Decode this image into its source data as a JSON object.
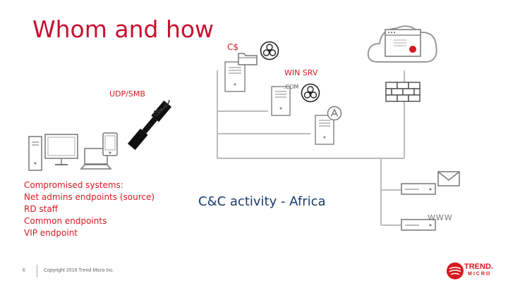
{
  "title": "Whom and how",
  "labels": {
    "share": "C$",
    "win_srv": "WIN SRV",
    "udp_smb": "UDP/SMB",
    "com": ".COM"
  },
  "compromised": {
    "heading": "Compromised systems:",
    "items": [
      "Net admins endpoints (source)",
      "RD staff",
      "Common endpoints",
      "VIP endpoint"
    ]
  },
  "cc_activity": "C&C activity - Africa",
  "www": "WWW",
  "footer": {
    "page": "6",
    "copyright": "Copyright 2016 Trend Micro Inc."
  },
  "brand": {
    "name": "TREND.",
    "sub": "MICRO"
  },
  "colors": {
    "title": "#c8102e",
    "accent": "#d71920",
    "cc_text": "#1a3a6a",
    "icon_stroke": "#777777"
  },
  "icons": [
    "biohazard-icon",
    "folder-icon",
    "server-icon",
    "satellite-icon",
    "cloud-icon",
    "firewall-icon",
    "mail-icon",
    "desktop-icon",
    "laptop-icon",
    "tablet-icon"
  ]
}
